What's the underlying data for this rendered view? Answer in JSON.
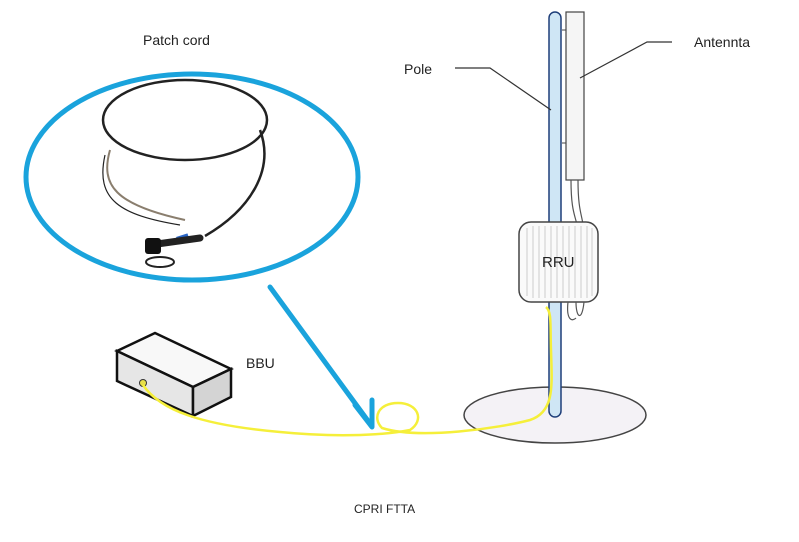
{
  "diagram": {
    "caption": "CPRI FTTA",
    "labels": {
      "patch_cord": "Patch cord",
      "pole": "Pole",
      "antenna": "Antennta",
      "rru": "RRU",
      "bbu": "BBU"
    },
    "colors": {
      "highlight_blue": "#1aa3dc",
      "fiber_yellow": "#f5ef3a",
      "pole_blue": "#cfe6f5",
      "outline": "#333333"
    }
  }
}
